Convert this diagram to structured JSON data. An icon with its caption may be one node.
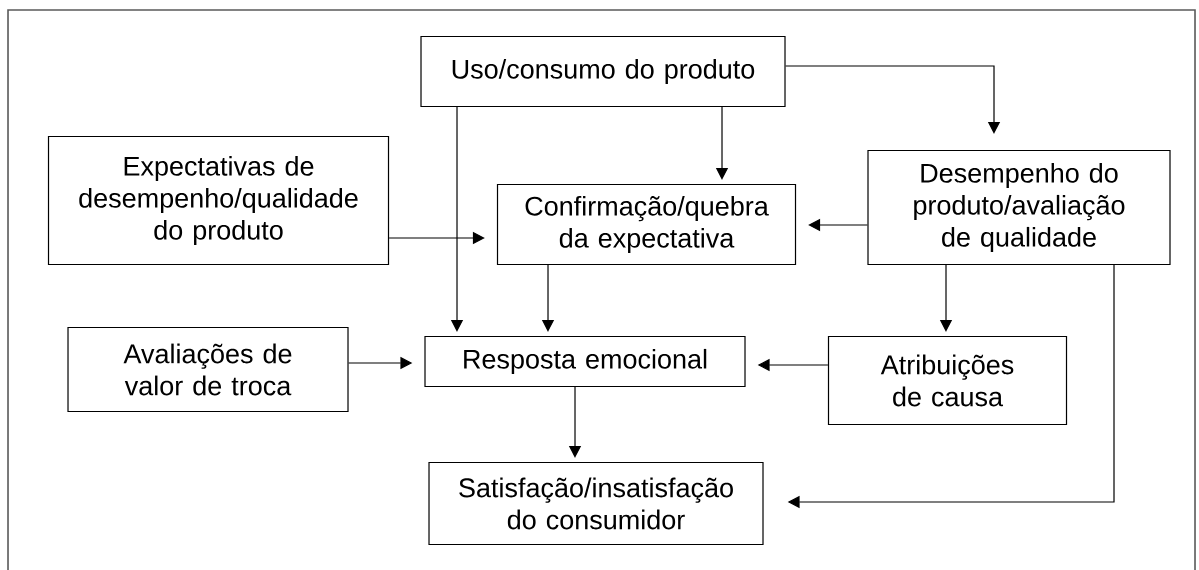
{
  "diagram": {
    "nodes": [
      {
        "text": [
          "Uso/consumo do produto"
        ]
      },
      {
        "text": [
          "Expectativas de desempenho/qualidade do produto"
        ]
      },
      {
        "text": [
          "Confirmação/quebra da expectativa"
        ]
      },
      {
        "text": [
          "Desempenho do produto/avaliação de qualidade"
        ]
      },
      {
        "text": [
          "Avaliações de valor de troca"
        ]
      },
      {
        "text": [
          "Resposta emocional"
        ]
      },
      {
        "text": [
          "Atribuições de causa"
        ]
      },
      {
        "text": [
          "Satisfação/insatisfação do consumidor"
        ]
      }
    ],
    "edges": [
      {
        "from": 0,
        "to": 3,
        "arrow": "to"
      },
      {
        "from": 0,
        "to": 2,
        "arrow": "to"
      },
      {
        "from": 0,
        "to": 5,
        "arrow": "to"
      },
      {
        "from": 1,
        "to": 2,
        "arrow": "to"
      },
      {
        "from": 3,
        "to": 2,
        "arrow": "to"
      },
      {
        "from": 2,
        "to": 5,
        "arrow": "to"
      },
      {
        "from": 3,
        "to": 6,
        "arrow": "to"
      },
      {
        "from": 4,
        "to": 5,
        "arrow": "to"
      },
      {
        "from": 6,
        "to": 5,
        "arrow": "to"
      },
      {
        "from": 5,
        "to": 7,
        "arrow": "to"
      },
      {
        "from": 3,
        "to": 7,
        "arrow": "to"
      }
    ]
  }
}
